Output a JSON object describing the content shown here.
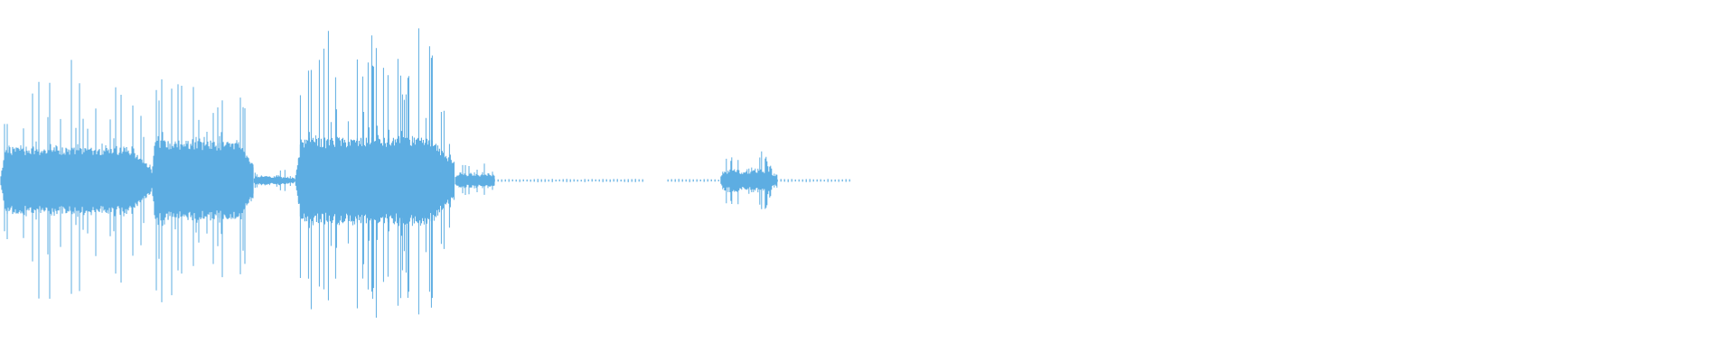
{
  "waveform": {
    "color": "#5DADE2",
    "background": "#ffffff",
    "segments": [
      {
        "start": 0.0,
        "end": 0.087,
        "peak": 0.73,
        "body": 0.22,
        "tail": 0.02
      },
      {
        "start": 0.087,
        "end": 0.146,
        "peak": 0.78,
        "body": 0.26,
        "tail": 0.02
      },
      {
        "start": 0.146,
        "end": 0.17,
        "peak": 0.08,
        "body": 0.03,
        "tail": 0.0
      },
      {
        "start": 0.17,
        "end": 0.262,
        "peak": 0.92,
        "body": 0.28,
        "tail": 0.02
      },
      {
        "start": 0.262,
        "end": 0.285,
        "peak": 0.1,
        "body": 0.05,
        "tail": 0.0
      },
      {
        "start": 0.285,
        "end": 0.372,
        "peak": 0.02,
        "body": 0.01,
        "tail": 0.0
      },
      {
        "start": 0.385,
        "end": 0.415,
        "peak": 0.01,
        "body": 0.005,
        "tail": 0.0
      },
      {
        "start": 0.415,
        "end": 0.448,
        "peak": 0.18,
        "body": 0.08,
        "tail": 0.0
      },
      {
        "start": 0.448,
        "end": 0.49,
        "peak": 0.01,
        "body": 0.005,
        "tail": 0.0
      }
    ]
  }
}
